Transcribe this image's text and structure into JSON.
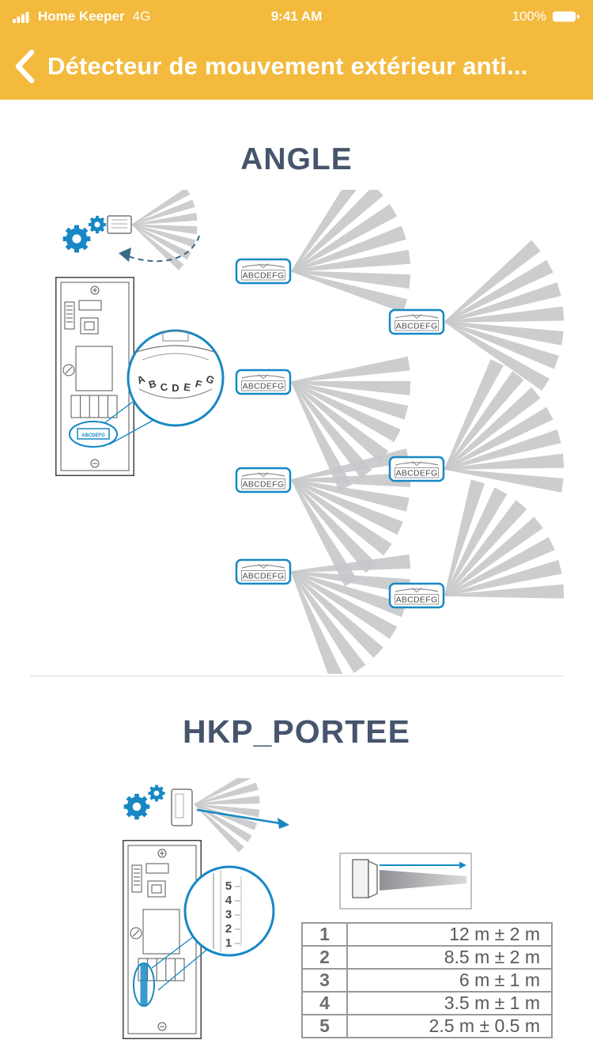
{
  "status": {
    "carrier": "Home Keeper",
    "network": "4G",
    "time": "9:41 AM",
    "battery_pct": "100%"
  },
  "nav": {
    "title": "Détecteur de mouvement extérieur anti..."
  },
  "sections": {
    "angle": {
      "title": "ANGLE",
      "dial_label": "ABCDEFG",
      "dial_letters": [
        "A",
        "B",
        "C",
        "D",
        "E",
        "F",
        "G"
      ]
    },
    "portee": {
      "title": "HKP_PORTEE",
      "dial_numbers": [
        "5",
        "4",
        "3",
        "2",
        "1"
      ],
      "table": {
        "rows": [
          {
            "num": "1",
            "value": "12 m ± 2 m"
          },
          {
            "num": "2",
            "value": "8.5 m ± 2 m"
          },
          {
            "num": "3",
            "value": "6 m ± 1 m"
          },
          {
            "num": "4",
            "value": "3.5 m ± 1 m"
          },
          {
            "num": "5",
            "value": "2.5 m ± 0.5 m"
          }
        ]
      }
    }
  },
  "colors": {
    "header_yellow": "#f3ba3e",
    "accent_blue": "#1788c4",
    "title_slate": "#46556c"
  }
}
